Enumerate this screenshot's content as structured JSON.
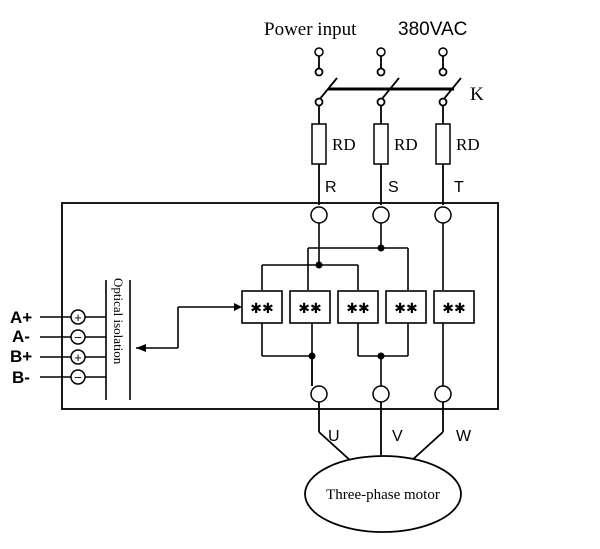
{
  "title": "Power input",
  "voltage": "380VAC",
  "switch_label": "K",
  "fuse_label": "RD",
  "input_phases": [
    "R",
    "S",
    "T"
  ],
  "output_phases": [
    "U",
    "V",
    "W"
  ],
  "control_inputs": [
    {
      "label": "A+",
      "symbol": "+"
    },
    {
      "label": "A-",
      "symbol": "−"
    },
    {
      "label": "B+",
      "symbol": "+"
    },
    {
      "label": "B-",
      "symbol": "−"
    }
  ],
  "isolation_label": "Optical isolation",
  "motor_label": "Three-phase motor"
}
